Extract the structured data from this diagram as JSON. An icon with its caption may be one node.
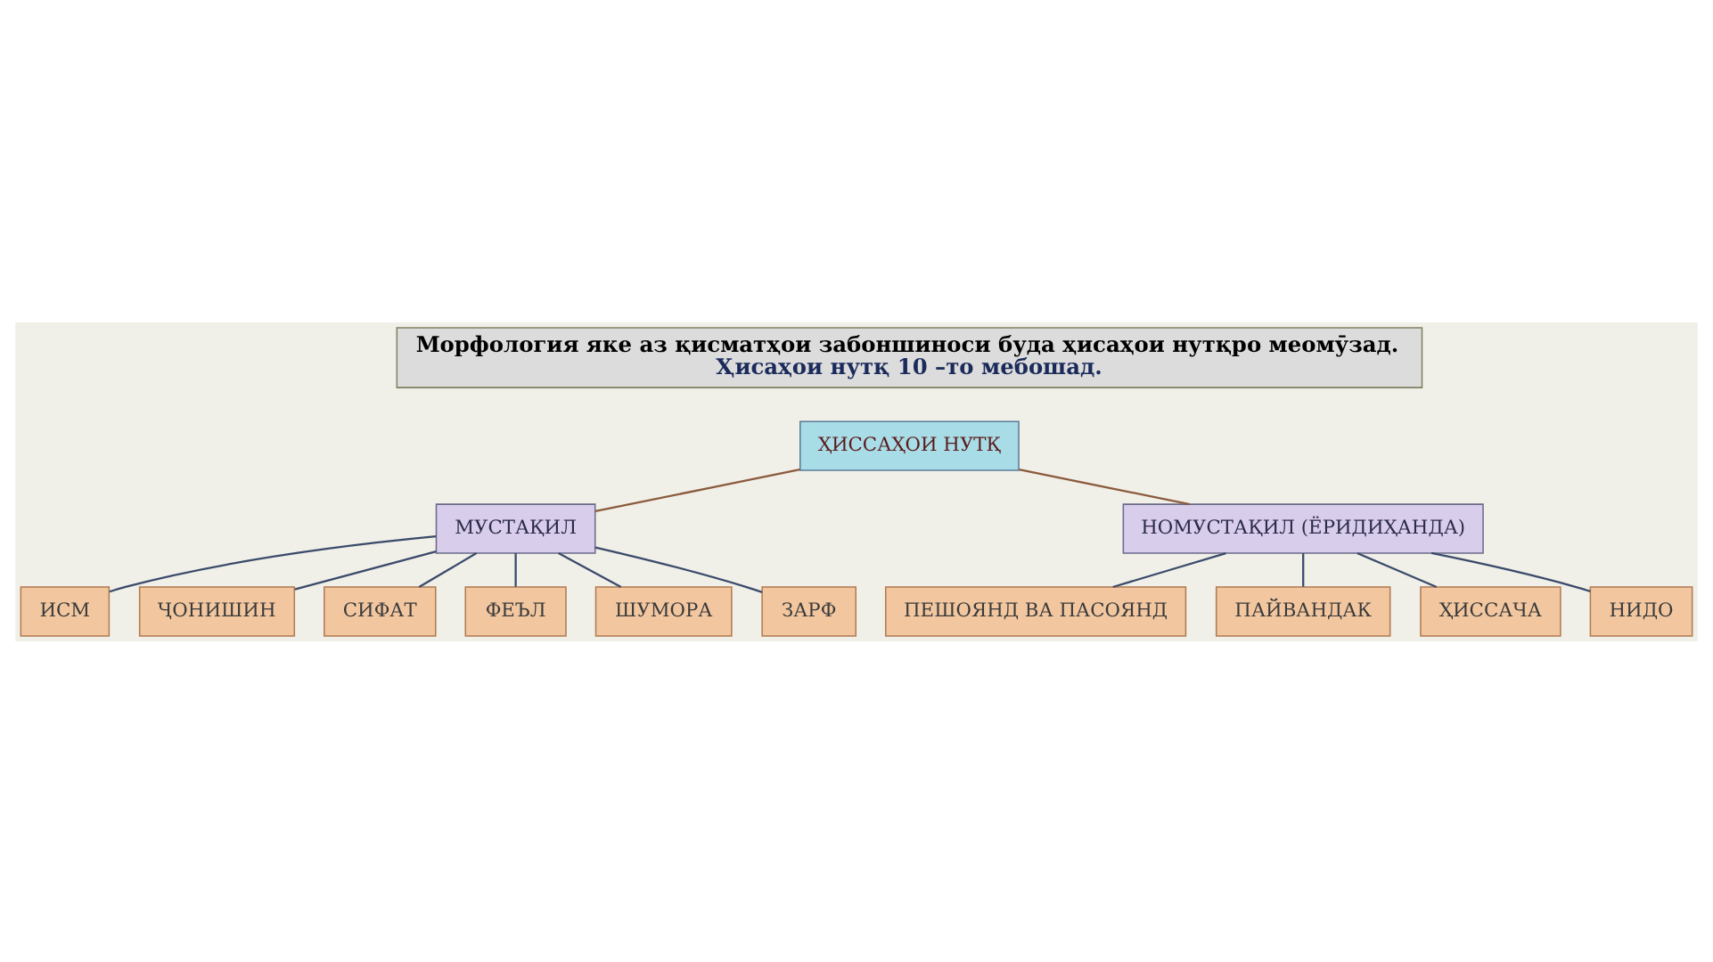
{
  "diagram": {
    "nodes": [
      {
        "text": [
          "Морфология яке аз қисматҳои забоншиноси буда ҳисаҳои нутқро меомӯзад.",
          "Ҳисаҳои нутқ 10 –то мебошад."
        ]
      },
      {
        "text": [
          "ҲИССАҲОИ НУТҚ"
        ]
      },
      {
        "text": [
          "МУСТАҚИЛ"
        ]
      },
      {
        "text": [
          "НОМУСТАҚИЛ (ЁРИДИҲАНДА)"
        ]
      },
      {
        "text": [
          "ИСМ"
        ]
      },
      {
        "text": [
          "ҶОНИШИН"
        ]
      },
      {
        "text": [
          "СИФАТ"
        ]
      },
      {
        "text": [
          "ФЕЪЛ"
        ]
      },
      {
        "text": [
          "ШУМОРА"
        ]
      },
      {
        "text": [
          "ЗАРФ"
        ]
      },
      {
        "text": [
          "ПЕШОЯНД ВА ПАСОЯНД"
        ]
      },
      {
        "text": [
          "ПАЙВАНДАК"
        ]
      },
      {
        "text": [
          "ҲИССАЧА"
        ]
      },
      {
        "text": [
          "НИДО"
        ]
      }
    ],
    "edges": [
      {
        "from": 1,
        "to": 2,
        "arrow": "none",
        "color": "#8b5a3c"
      },
      {
        "from": 1,
        "to": 3,
        "arrow": "none",
        "color": "#8b5a3c"
      },
      {
        "from": 2,
        "to": 4,
        "arrow": "none"
      },
      {
        "from": 2,
        "to": 5,
        "arrow": "none"
      },
      {
        "from": 2,
        "to": 6,
        "arrow": "none"
      },
      {
        "from": 2,
        "to": 7,
        "arrow": "none"
      },
      {
        "from": 2,
        "to": 8,
        "arrow": "none"
      },
      {
        "from": 2,
        "to": 9,
        "arrow": "none"
      },
      {
        "from": 3,
        "to": 10,
        "arrow": "none"
      },
      {
        "from": 3,
        "to": 11,
        "arrow": "none"
      },
      {
        "from": 3,
        "to": 12,
        "arrow": "none"
      },
      {
        "from": 3,
        "to": 13,
        "arrow": "none"
      }
    ]
  }
}
